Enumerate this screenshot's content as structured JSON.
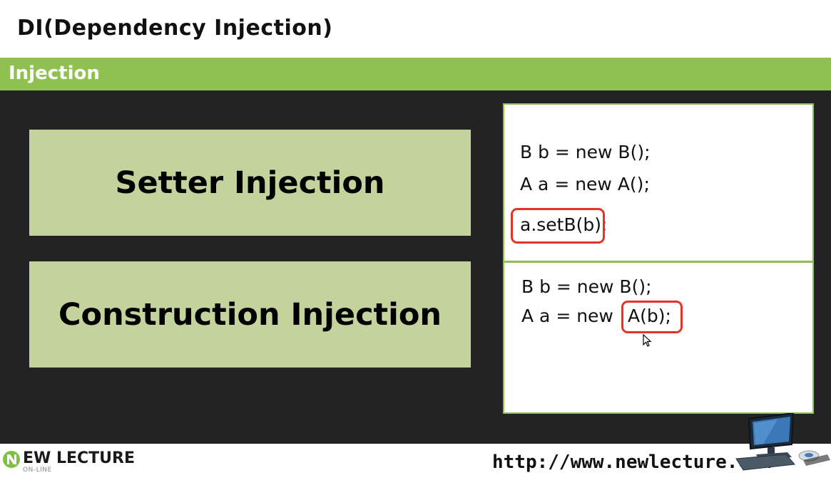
{
  "slide": {
    "title": "DI(Dependency Injection)",
    "section": "Injection"
  },
  "boxes": {
    "setter": "Setter Injection",
    "constructor": "Construction Injection"
  },
  "code": {
    "setter_lines": [
      "B b = new B();",
      "A a = new A();",
      "a.setB(b);"
    ],
    "constructor_lines": [
      "B b = new B();",
      "A a = new ",
      "A(b);"
    ]
  },
  "footer": {
    "logo_main": "EW LECTURE",
    "logo_sub": "ON-LINE",
    "url": "http://www.newlecture.com"
  },
  "colors": {
    "banner": "#8fc050",
    "box": "#c4d29c",
    "dark": "#232323",
    "highlight": "#e53426"
  },
  "icons": [
    "mouse-cursor-icon",
    "computer-icon",
    "logo-icon"
  ]
}
